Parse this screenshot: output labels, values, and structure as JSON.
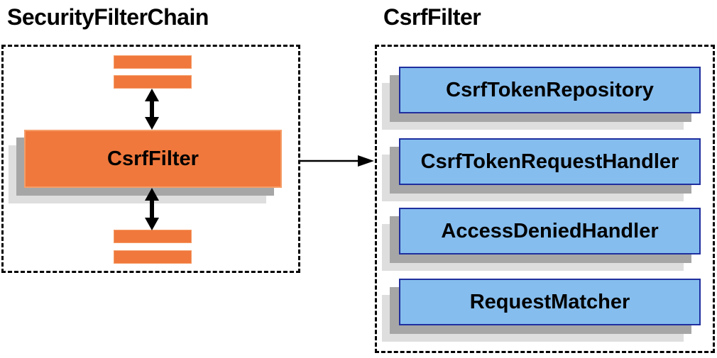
{
  "diagram": {
    "left": {
      "title": "SecurityFilterChain",
      "node_label": "CsrfFilter"
    },
    "right": {
      "title": "CsrfFilter",
      "components": [
        "CsrfTokenRepository",
        "CsrfTokenRequestHandler",
        "AccessDeniedHandler",
        "RequestMatcher"
      ]
    },
    "colors": {
      "orange_fill": "#F0783C",
      "orange_stroke": "#F59E69",
      "blue_fill": "#85BDEE",
      "blue_stroke": "#1F2F9E",
      "shadow_dark": "#A6A6A6",
      "shadow_light": "#DEDEDE",
      "dashed_border": "#000000",
      "arrow": "#000000"
    }
  }
}
